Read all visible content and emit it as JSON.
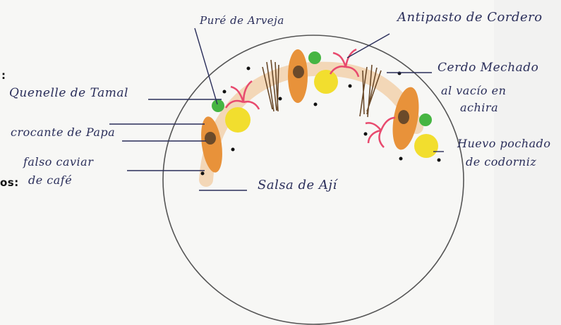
{
  "labels": {
    "pure_arveja": "Puré de Arveja",
    "antipasto": "Antipasto de Cordero",
    "cerdo_1": "Cerdo Mechado",
    "cerdo_2": "al vacío en",
    "cerdo_3": "achira",
    "huevo_1": "Huevo pochado",
    "huevo_2": "de codorniz",
    "quenelle": "Quenelle de Tamal",
    "crocante": "crocante de Papa",
    "falso_1": "falso caviar",
    "falso_2": "de café",
    "salsa": "Salsa de Ají"
  },
  "left_edge": {
    "colon": ":",
    "os": "os:"
  },
  "colors": {
    "ink": "#2a2e5a",
    "plate_line": "#555555",
    "orange": "#e8923a",
    "yellow": "#f2de2e",
    "green": "#46b542",
    "pink": "#e84a6e",
    "brown": "#6b4a2a"
  }
}
